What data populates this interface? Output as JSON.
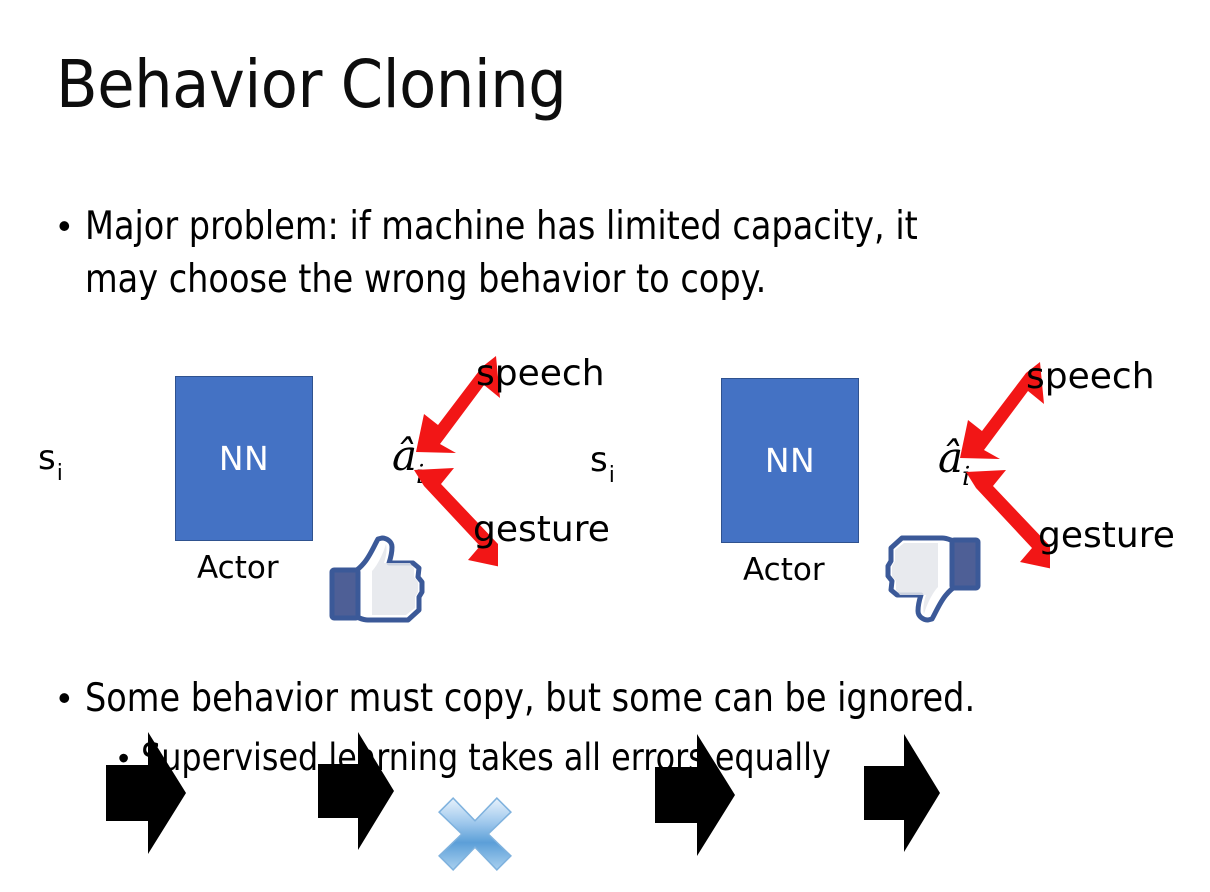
{
  "slide": {
    "title": "Behavior Cloning",
    "background_color": "#FFFFFF",
    "text_color": "#000000"
  },
  "bullets": {
    "top": {
      "marker": "•",
      "text": "Major problem: if machine has limited capacity, it\nmay choose the wrong behavior to copy."
    },
    "bottom_level1": {
      "marker": "•",
      "text": "Some behavior must copy, but some can be ignored."
    },
    "bottom_level2": {
      "marker": "•",
      "text": "Supervised learning takes all errors equally"
    }
  },
  "colors": {
    "nn_box_fill": "#4472C4",
    "nn_box_border": "#2F528F",
    "nn_box_text": "#FFFFFF",
    "arrow_black": "#000000",
    "arrow_red": "#F21616",
    "cross_blue_light": "#CFE2F7",
    "cross_blue_mid": "#5B9BD5",
    "cross_blue_dark": "#2E75B6",
    "thumb_outline": "#3B5998",
    "thumb_cuff": "#4E5F96",
    "thumb_fill": "#FFFFFF",
    "thumb_shade": "#E4E6EB"
  },
  "diagrams": [
    {
      "id": "left",
      "state_label": "s",
      "state_subscript": "i",
      "nn_label": "NN",
      "actor_label": "Actor",
      "action_label": "â",
      "action_subscript": "i",
      "branches": [
        {
          "name": "speech",
          "label": "speech",
          "crossed_out": false
        },
        {
          "name": "gesture",
          "label": "gesture",
          "crossed_out": true
        }
      ],
      "feedback_icon": "thumbs-up",
      "feedback_sentiment": "positive"
    },
    {
      "id": "right",
      "state_label": "s",
      "state_subscript": "i",
      "nn_label": "NN",
      "actor_label": "Actor",
      "action_label": "â",
      "action_subscript": "i",
      "branches": [
        {
          "name": "speech",
          "label": "speech",
          "crossed_out": true
        },
        {
          "name": "gesture",
          "label": "gesture",
          "crossed_out": false
        }
      ],
      "feedback_icon": "thumbs-down",
      "feedback_sentiment": "negative"
    }
  ]
}
